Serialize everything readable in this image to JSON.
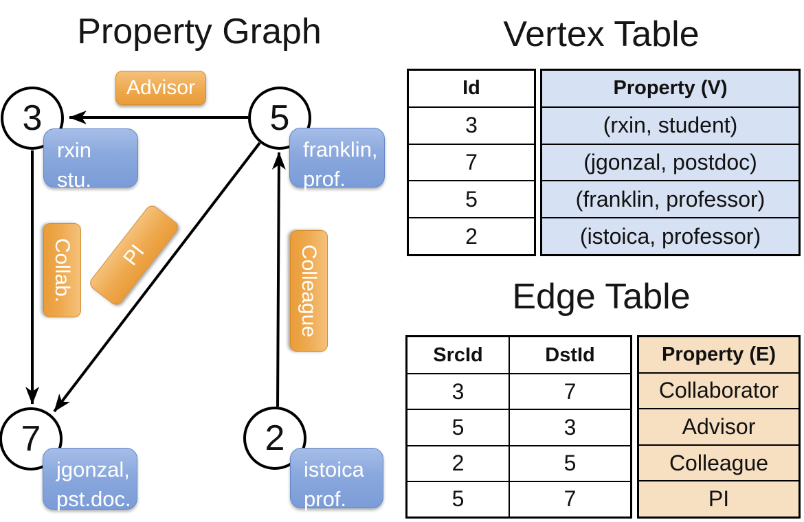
{
  "colors": {
    "edge_label_orange": "#eea94e",
    "vertex_label_blue": "#8aa8dd",
    "vertex_property_cell_bg": "#d6e1f3",
    "edge_property_cell_bg": "#f7dfc1",
    "line_black": "#000000"
  },
  "graph": {
    "title": "Property Graph",
    "nodes": [
      {
        "id": "3",
        "property_lines": [
          "rxin",
          "stu."
        ]
      },
      {
        "id": "5",
        "property_lines": [
          "franklin,",
          "prof."
        ]
      },
      {
        "id": "7",
        "property_lines": [
          "jgonzal,",
          "pst.doc."
        ]
      },
      {
        "id": "2",
        "property_lines": [
          "istoica",
          "prof."
        ]
      }
    ],
    "edges": [
      {
        "src": "5",
        "dst": "3",
        "label": "Advisor"
      },
      {
        "src": "3",
        "dst": "7",
        "label": "Collab."
      },
      {
        "src": "5",
        "dst": "7",
        "label": "PI"
      },
      {
        "src": "2",
        "dst": "5",
        "label": "Colleague"
      }
    ]
  },
  "vertex_table": {
    "title": "Vertex Table",
    "columns": [
      "Id",
      "Property (V)"
    ],
    "rows": [
      {
        "id": "3",
        "property": "(rxin, student)"
      },
      {
        "id": "7",
        "property": "(jgonzal, postdoc)"
      },
      {
        "id": "5",
        "property": "(franklin, professor)"
      },
      {
        "id": "2",
        "property": "(istoica, professor)"
      }
    ]
  },
  "edge_table": {
    "title": "Edge Table",
    "columns": [
      "SrcId",
      "DstId",
      "Property (E)"
    ],
    "rows": [
      {
        "src": "3",
        "dst": "7",
        "property": "Collaborator"
      },
      {
        "src": "5",
        "dst": "3",
        "property": "Advisor"
      },
      {
        "src": "2",
        "dst": "5",
        "property": "Colleague"
      },
      {
        "src": "5",
        "dst": "7",
        "property": "PI"
      }
    ]
  }
}
